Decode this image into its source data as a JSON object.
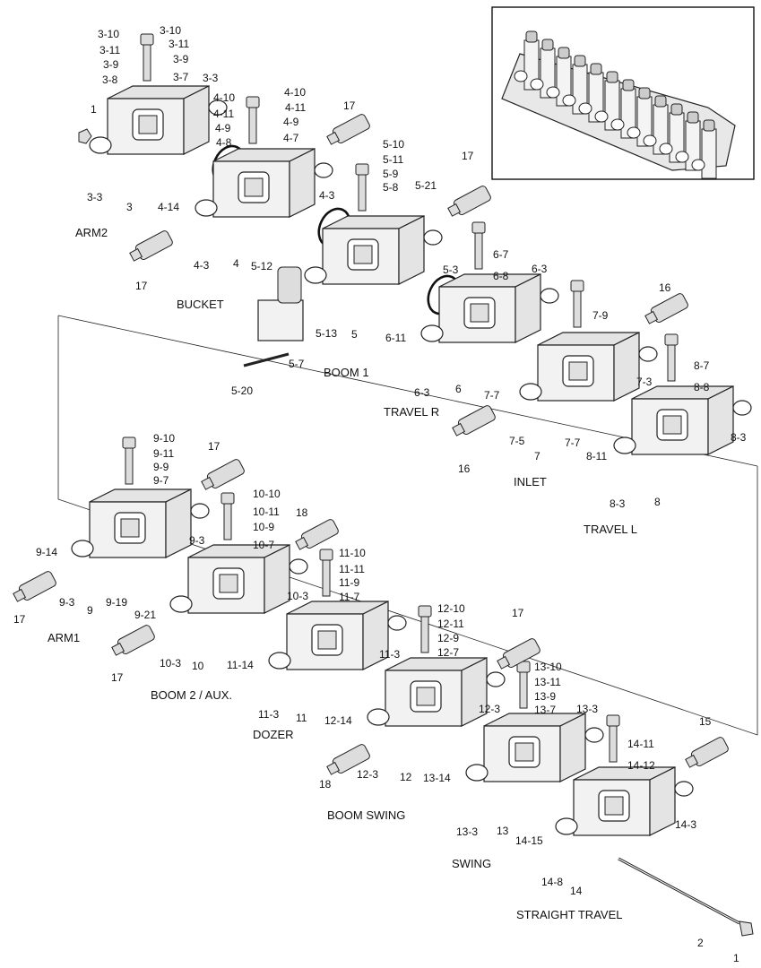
{
  "sections": {
    "arm2": "ARM2",
    "bucket": "BUCKET",
    "boom1": "BOOM 1",
    "travel_r": "TRAVEL R",
    "inlet": "INLET",
    "travel_l": "TRAVEL L",
    "arm1": "ARM1",
    "boom2_aux": "BOOM 2 / AUX.",
    "dozer": "DOZER",
    "boom_swing": "BOOM SWING",
    "swing": "SWING",
    "straight_travel": "STRAIGHT TRAVEL"
  },
  "callouts": [
    {
      "id": "c3_10a",
      "text": "3-10"
    },
    {
      "id": "c3_10b",
      "text": "3-10"
    },
    {
      "id": "c3_11a",
      "text": "3-11"
    },
    {
      "id": "c3_11b",
      "text": "3-11"
    },
    {
      "id": "c3_9a",
      "text": "3-9"
    },
    {
      "id": "c3_9b",
      "text": "3-9"
    },
    {
      "id": "c3_8",
      "text": "3-8"
    },
    {
      "id": "c3_7",
      "text": "3-7"
    },
    {
      "id": "c3_3a",
      "text": "3-3"
    },
    {
      "id": "c3_3b",
      "text": "3-3"
    },
    {
      "id": "c3",
      "text": "3"
    },
    {
      "id": "c1a",
      "text": "1"
    },
    {
      "id": "c4_10a",
      "text": "4-10"
    },
    {
      "id": "c4_10b",
      "text": "4-10"
    },
    {
      "id": "c4_11a",
      "text": "4-11"
    },
    {
      "id": "c4_11b",
      "text": "4-11"
    },
    {
      "id": "c4_9a",
      "text": "4-9"
    },
    {
      "id": "c4_9b",
      "text": "4-9"
    },
    {
      "id": "c4_8",
      "text": "4-8"
    },
    {
      "id": "c4_7",
      "text": "4-7"
    },
    {
      "id": "c17a",
      "text": "17"
    },
    {
      "id": "c4_14",
      "text": "4-14"
    },
    {
      "id": "c4_3a",
      "text": "4-3"
    },
    {
      "id": "c4_3b",
      "text": "4-3"
    },
    {
      "id": "c4",
      "text": "4"
    },
    {
      "id": "c17b",
      "text": "17"
    },
    {
      "id": "c5_10",
      "text": "5-10"
    },
    {
      "id": "c5_11",
      "text": "5-11"
    },
    {
      "id": "c5_9",
      "text": "5-9"
    },
    {
      "id": "c5_8",
      "text": "5-8"
    },
    {
      "id": "c5_21",
      "text": "5-21"
    },
    {
      "id": "c17c",
      "text": "17"
    },
    {
      "id": "c5_12",
      "text": "5-12"
    },
    {
      "id": "c5_3",
      "text": "5-3"
    },
    {
      "id": "c5_13",
      "text": "5-13"
    },
    {
      "id": "c5",
      "text": "5"
    },
    {
      "id": "c5_7",
      "text": "5-7"
    },
    {
      "id": "c5_20",
      "text": "5-20"
    },
    {
      "id": "c6_7",
      "text": "6-7"
    },
    {
      "id": "c6_8",
      "text": "6-8"
    },
    {
      "id": "c6_3a",
      "text": "6-3"
    },
    {
      "id": "c6_3b",
      "text": "6-3"
    },
    {
      "id": "c6_11",
      "text": "6-11"
    },
    {
      "id": "c6",
      "text": "6"
    },
    {
      "id": "c16a",
      "text": "16"
    },
    {
      "id": "c7_9",
      "text": "7-9"
    },
    {
      "id": "c7_3",
      "text": "7-3"
    },
    {
      "id": "c7_7a",
      "text": "7-7"
    },
    {
      "id": "c7_7b",
      "text": "7-7"
    },
    {
      "id": "c7_5",
      "text": "7-5"
    },
    {
      "id": "c7",
      "text": "7"
    },
    {
      "id": "c16b",
      "text": "16"
    },
    {
      "id": "c8_7",
      "text": "8-7"
    },
    {
      "id": "c8_8",
      "text": "8-8"
    },
    {
      "id": "c8_3a",
      "text": "8-3"
    },
    {
      "id": "c8_3b",
      "text": "8-3"
    },
    {
      "id": "c8_11",
      "text": "8-11"
    },
    {
      "id": "c8",
      "text": "8"
    },
    {
      "id": "c9_10",
      "text": "9-10"
    },
    {
      "id": "c9_11",
      "text": "9-11"
    },
    {
      "id": "c9_9",
      "text": "9-9"
    },
    {
      "id": "c9_7",
      "text": "9-7"
    },
    {
      "id": "c17d",
      "text": "17"
    },
    {
      "id": "c9_14",
      "text": "9-14"
    },
    {
      "id": "c9_3a",
      "text": "9-3"
    },
    {
      "id": "c9_3b",
      "text": "9-3"
    },
    {
      "id": "c9",
      "text": "9"
    },
    {
      "id": "c9_19",
      "text": "9-19"
    },
    {
      "id": "c9_21",
      "text": "9-21"
    },
    {
      "id": "c17e",
      "text": "17"
    },
    {
      "id": "c10_10",
      "text": "10-10"
    },
    {
      "id": "c10_11",
      "text": "10-11"
    },
    {
      "id": "c10_9",
      "text": "10-9"
    },
    {
      "id": "c10_7",
      "text": "10-7"
    },
    {
      "id": "c18a",
      "text": "18"
    },
    {
      "id": "c10_3a",
      "text": "10-3"
    },
    {
      "id": "c10_3b",
      "text": "10-3"
    },
    {
      "id": "c10",
      "text": "10"
    },
    {
      "id": "c17f",
      "text": "17"
    },
    {
      "id": "c11_14",
      "text": "11-14"
    },
    {
      "id": "c11_10",
      "text": "11-10"
    },
    {
      "id": "c11_11",
      "text": "11-11"
    },
    {
      "id": "c11_9",
      "text": "11-9"
    },
    {
      "id": "c11_7",
      "text": "11-7"
    },
    {
      "id": "c11_3a",
      "text": "11-3"
    },
    {
      "id": "c11_3b",
      "text": "11-3"
    },
    {
      "id": "c11",
      "text": "11"
    },
    {
      "id": "c12_10",
      "text": "12-10"
    },
    {
      "id": "c12_11",
      "text": "12-11"
    },
    {
      "id": "c12_9",
      "text": "12-9"
    },
    {
      "id": "c12_7",
      "text": "12-7"
    },
    {
      "id": "c17g",
      "text": "17"
    },
    {
      "id": "c12_3a",
      "text": "12-3"
    },
    {
      "id": "c12_3b",
      "text": "12-3"
    },
    {
      "id": "c12_14",
      "text": "12-14"
    },
    {
      "id": "c12",
      "text": "12"
    },
    {
      "id": "c18b",
      "text": "18"
    },
    {
      "id": "c13_10",
      "text": "13-10"
    },
    {
      "id": "c13_11",
      "text": "13-11"
    },
    {
      "id": "c13_9",
      "text": "13-9"
    },
    {
      "id": "c13_7",
      "text": "13-7"
    },
    {
      "id": "c13_3a",
      "text": "13-3"
    },
    {
      "id": "c13_3b",
      "text": "13-3"
    },
    {
      "id": "c13_14",
      "text": "13-14"
    },
    {
      "id": "c13",
      "text": "13"
    },
    {
      "id": "c14_11",
      "text": "14-11"
    },
    {
      "id": "c14_12",
      "text": "14-12"
    },
    {
      "id": "c15",
      "text": "15"
    },
    {
      "id": "c14_15",
      "text": "14-15"
    },
    {
      "id": "c14_3",
      "text": "14-3"
    },
    {
      "id": "c14_8",
      "text": "14-8"
    },
    {
      "id": "c14",
      "text": "14"
    },
    {
      "id": "c2",
      "text": "2"
    },
    {
      "id": "c1b",
      "text": "1"
    }
  ]
}
